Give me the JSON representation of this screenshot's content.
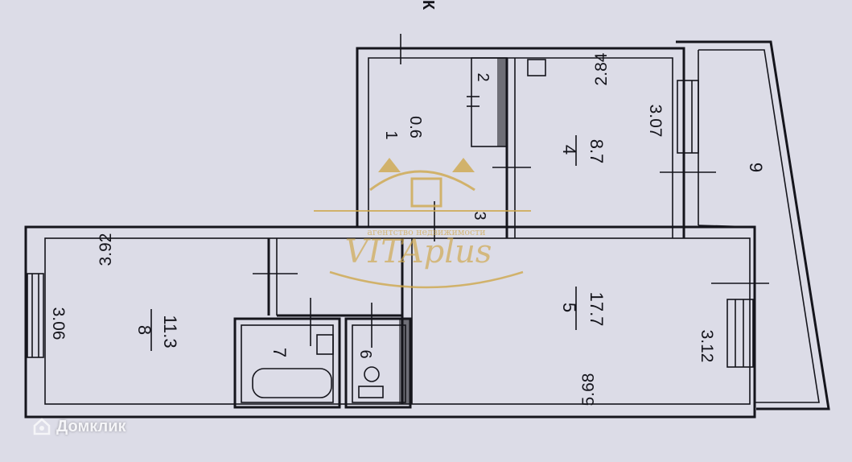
{
  "rooms": [
    {
      "id": "1",
      "number": "1",
      "area": "0.6"
    },
    {
      "id": "2",
      "number": "2",
      "area": ""
    },
    {
      "id": "3",
      "number": "3",
      "area": ""
    },
    {
      "id": "4",
      "number": "4",
      "area": "8.7"
    },
    {
      "id": "5",
      "number": "5",
      "area": "17.7"
    },
    {
      "id": "6",
      "number": "6",
      "area": ""
    },
    {
      "id": "7",
      "number": "7",
      "area": ""
    },
    {
      "id": "8",
      "number": "8",
      "area": "11.3"
    },
    {
      "id": "9",
      "number": "9",
      "area": ""
    }
  ],
  "dimensions": {
    "d_284": "2.84",
    "d_307": "3.07",
    "d_392": "3.92",
    "d_306": "3.06",
    "d_312": "3.12",
    "d_568": "5.68"
  },
  "corner_text": "К",
  "watermark": {
    "subtitle": "агентство недвижимости",
    "brand": "VITAplus",
    "color": "#cfa84d"
  },
  "brand_logo": {
    "name": "Домклик",
    "icon": "home-icon"
  }
}
